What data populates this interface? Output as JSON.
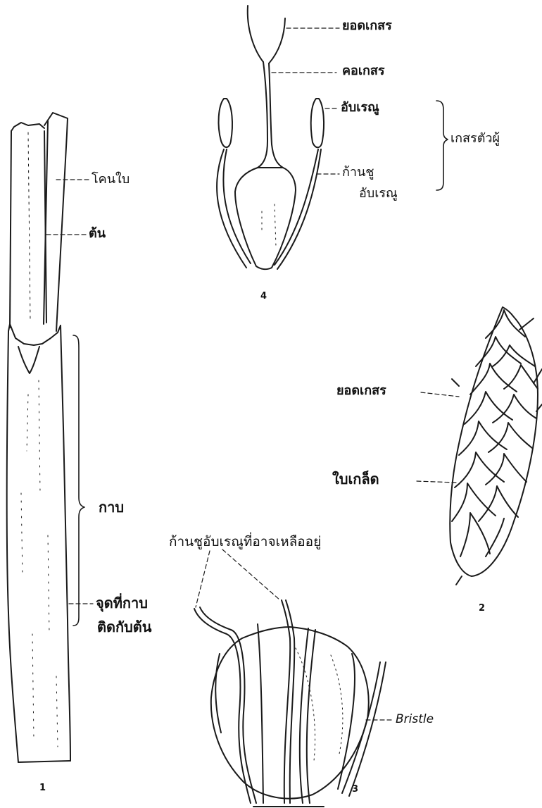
{
  "figure": {
    "fig1": {
      "number": "1",
      "labels": {
        "leaf_base": "โคนใบ",
        "stem": "ต้น",
        "sheath": "กาบ",
        "junction_line1": "จุดที่กาบ",
        "junction_line2": "ติดกับต้น"
      }
    },
    "fig2": {
      "number": "2",
      "labels": {
        "stigma": "ยอดเกสร",
        "scale": "ใบเกล็ด"
      }
    },
    "fig3": {
      "number": "3",
      "labels": {
        "remaining_filament": "ก้านชูอับเรณูที่อาจเหลืออยู่",
        "bristle": "Bristle"
      }
    },
    "fig4": {
      "number": "4",
      "labels": {
        "stigma": "ยอดเกสร",
        "style": "คอเกสร",
        "anther": "อับเรณู",
        "filament_line1": "ก้านชู",
        "filament_line2": "อับเรณู",
        "stamen": "เกสรตัวผู้"
      }
    }
  }
}
